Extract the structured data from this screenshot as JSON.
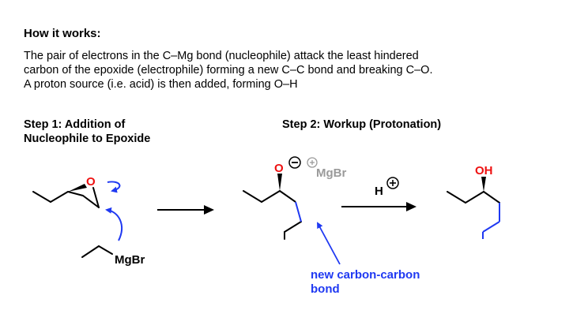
{
  "heading": "How it works:",
  "paragraph": {
    "line1": "The pair of electrons in the C–Mg bond (nucleophile) attack the least hindered",
    "line2": "carbon of the epoxide (electrophile) forming a  new C–C bond and breaking C–O.",
    "line3": "A proton source (i.e. acid) is then added, forming O–H"
  },
  "step1": {
    "line1": "Step 1: Addition of",
    "line2": "Nucleophile to Epoxide"
  },
  "step2": {
    "title": "Step 2: Workup (Protonation)"
  },
  "molecules": {
    "epoxide_o": "O",
    "grignard_mgbr": "MgBr",
    "alkoxide_o": "O",
    "minus_sign": "−",
    "plus_sign": "+",
    "counterion_mgbr": "MgBr",
    "proton_h": "H",
    "proton_plus": "+",
    "alcohol_oh": "OH"
  },
  "annotation": {
    "line1": "new carbon-carbon",
    "line2": "bond"
  },
  "colors": {
    "text": "#000000",
    "oxygen": "#ee1111",
    "arrow_blue": "#1f39f2",
    "new_bond_blue": "#1f39f2",
    "counterion_gray": "#9a9a9a"
  }
}
